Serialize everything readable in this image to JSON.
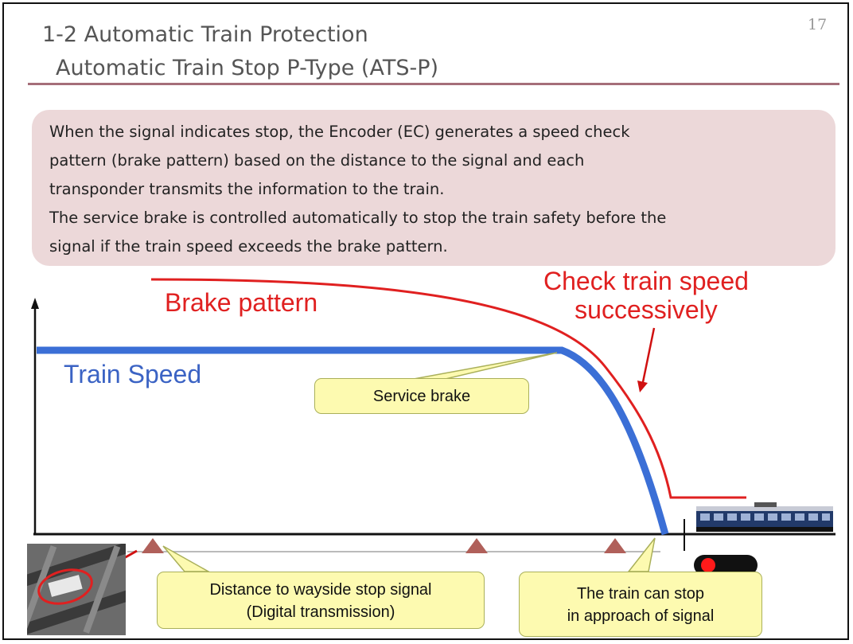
{
  "slide": {
    "page_number": "17",
    "title_line1": "1-2  Automatic Train Protection",
    "title_line2": "Automatic Train Stop P-Type (ATS-P)"
  },
  "description": {
    "lines": [
      "When the signal indicates stop, the Encoder (EC) generates a speed check",
      "pattern (brake pattern) based on the distance to the signal and each",
      "transponder transmits the information to the train.",
      "The service brake is controlled automatically to stop the train safety before the",
      "signal if the train speed exceeds the brake pattern."
    ]
  },
  "diagram": {
    "brake_pattern_label": "Brake pattern",
    "check_speed_label_line1": "Check train speed",
    "check_speed_label_line2": "successively",
    "train_speed_label": "Train Speed",
    "callouts": {
      "service_brake": "Service brake",
      "distance_line1": "Distance to wayside stop signal",
      "distance_line2": "(Digital transmission)",
      "stop_line1": "The train can stop",
      "stop_line2": "in approach of signal"
    },
    "colors": {
      "brake_pattern": "#e02020",
      "train_speed": "#3b6fd6",
      "callout_fill": "#fdfab0",
      "transponder": "#b0605a",
      "signal_light": "#ff1a1a"
    }
  }
}
